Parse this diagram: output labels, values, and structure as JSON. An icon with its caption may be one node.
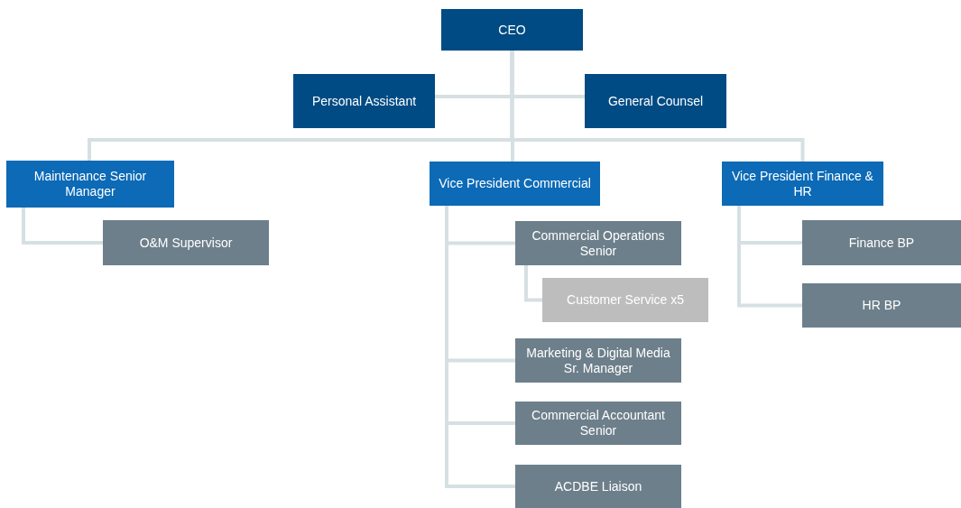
{
  "diagram": {
    "nodes": [
      {
        "text": [
          "CEO"
        ]
      },
      {
        "text": [
          "Personal Assistant"
        ]
      },
      {
        "text": [
          "General Counsel"
        ]
      },
      {
        "text": [
          "Maintenance Senior Manager"
        ]
      },
      {
        "text": [
          "O&M Supervisor"
        ]
      },
      {
        "text": [
          "Vice President Commercial"
        ]
      },
      {
        "text": [
          "Commercial Operations Senior"
        ]
      },
      {
        "text": [
          "Customer Service x5"
        ]
      },
      {
        "text": [
          "Marketing & Digital Media Sr. Manager"
        ]
      },
      {
        "text": [
          "Commercial Accountant Senior"
        ]
      },
      {
        "text": [
          "ACDBE Liaison"
        ]
      },
      {
        "text": [
          "Vice President Finance & HR"
        ]
      },
      {
        "text": [
          "Finance BP"
        ]
      },
      {
        "text": [
          "HR BP"
        ]
      }
    ],
    "edges": [
      {
        "from": 0,
        "to": 1,
        "arrow": "none"
      },
      {
        "from": 0,
        "to": 2,
        "arrow": "none"
      },
      {
        "from": 0,
        "to": 3,
        "arrow": "none"
      },
      {
        "from": 0,
        "to": 5,
        "arrow": "none"
      },
      {
        "from": 0,
        "to": 11,
        "arrow": "none"
      },
      {
        "from": 3,
        "to": 4,
        "arrow": "none"
      },
      {
        "from": 5,
        "to": 6,
        "arrow": "none"
      },
      {
        "from": 6,
        "to": 7,
        "arrow": "none"
      },
      {
        "from": 5,
        "to": 8,
        "arrow": "none"
      },
      {
        "from": 5,
        "to": 9,
        "arrow": "none"
      },
      {
        "from": 5,
        "to": 10,
        "arrow": "none"
      },
      {
        "from": 11,
        "to": 12,
        "arrow": "none"
      },
      {
        "from": 11,
        "to": 13,
        "arrow": "none"
      }
    ]
  }
}
